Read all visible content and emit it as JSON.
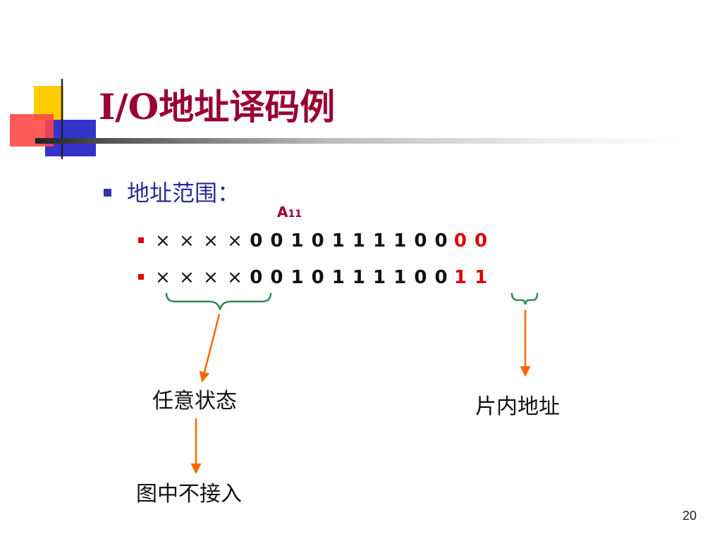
{
  "slide": {
    "title": "I/O地址译码例",
    "heading": "地址范围：",
    "a11_label": {
      "main": "A",
      "sub": "11"
    },
    "rows": [
      {
        "x_marks": "× × × ×",
        "bits": "0 0 1 0 1 1 1 1 0 0",
        "tail": "0 0"
      },
      {
        "x_marks": "× × × ×",
        "bits": "0 0 1 0 1 1 1 1 0 0",
        "tail": "1 1"
      }
    ],
    "annotations": {
      "any_state": "任意状态",
      "chip_address": "片内地址",
      "not_connected": "图中不接入"
    },
    "page_number": "20"
  },
  "colors": {
    "title": "#990033",
    "heading": "#2a2a99",
    "highlight_bits": "#e00000",
    "brace": "#2e8b57",
    "arrow": "#ff6600",
    "deco_yellow": "#ffcc00",
    "deco_red": "#ff3333",
    "deco_blue": "#3333cc"
  }
}
